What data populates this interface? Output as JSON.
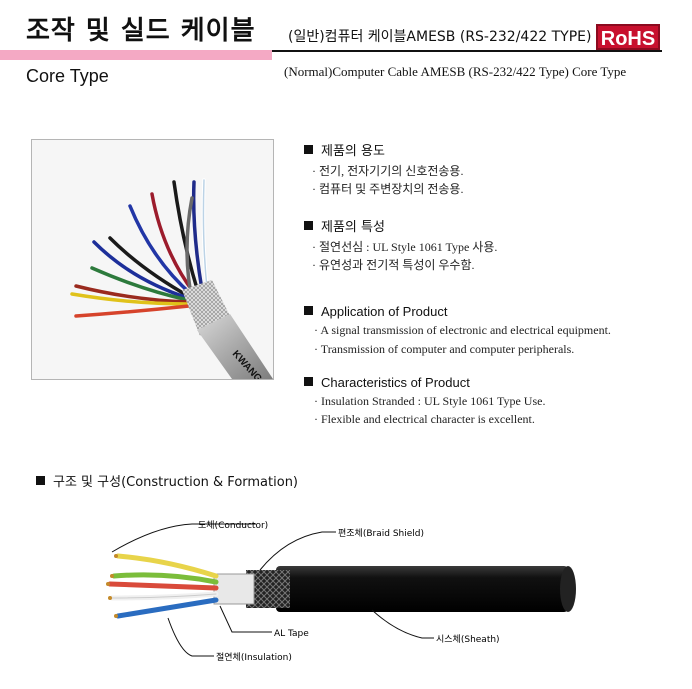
{
  "header": {
    "title_ko": "조작 및 실드 케이블",
    "subtitle": "Core Type",
    "product_ko": "(일반)컴퓨터 케이블AMESB (RS-232/422 TYPE)",
    "rohs": "RoHS",
    "product_en": "(Normal)Computer Cable AMESB (RS-232/422 Type) Core Type"
  },
  "photo": {
    "brand_text": "KWANG I"
  },
  "sections": {
    "usage_ko": {
      "heading": "제품의 용도",
      "items": [
        "· 전기, 전자기기의 신호전송용.",
        "· 컴퓨터 및 주변장치의 전송용."
      ]
    },
    "features_ko": {
      "heading": "제품의 특성",
      "items": [
        "· 절연선심 : UL Style 1061 Type 사용.",
        "· 유연성과 전기적 특성이 우수함."
      ]
    },
    "application_en": {
      "heading": "Application of Product",
      "items": [
        "·  A signal transmission of electronic and electrical equipment.",
        "·  Transmission of computer and computer peripherals."
      ]
    },
    "characteristics_en": {
      "heading": "Characteristics of Product",
      "items": [
        "·  Insulation Stranded : UL Style 1061 Type Use.",
        "·  Flexible and electrical character is excellent."
      ]
    },
    "construction": {
      "heading": "구조 및 구성(Construction & Formation)"
    }
  },
  "diagram": {
    "labels": {
      "conductor": "도체(Conductor)",
      "braid": "편조체(Braid Shield)",
      "al_tape": "AL Tape",
      "sheath": "시스체(Sheath)",
      "insulation": "절연체(Insulation)"
    }
  },
  "colors": {
    "accent_pink": "#f4a9c4",
    "rohs_red": "#c8102e"
  }
}
